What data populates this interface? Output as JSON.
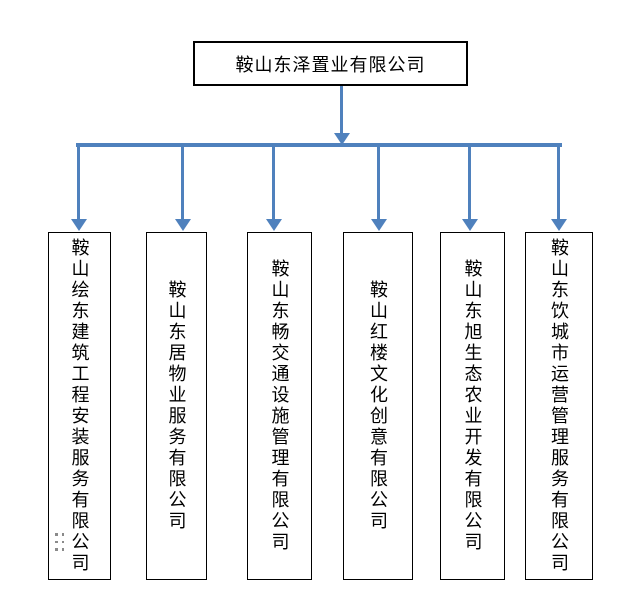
{
  "diagram": {
    "type": "org-chart",
    "root": {
      "label": "鞍山东泽置业有限公司"
    },
    "children": [
      {
        "label": "鞍山绘东建筑工程安装服务有限公司"
      },
      {
        "label": "鞍山东居物业服务有限公司"
      },
      {
        "label": "鞍山东畅交通设施管理有限公司"
      },
      {
        "label": "鞍山红楼文化创意有限公司"
      },
      {
        "label": "鞍山东旭生态农业开发有限公司"
      },
      {
        "label": "鞍山东饮城市运营管理服务有限公司"
      }
    ],
    "colors": {
      "connector": "#4f81bd",
      "box_border": "#000000",
      "text": "#000000",
      "background": "#ffffff",
      "dots": "#8a8a8a"
    }
  }
}
